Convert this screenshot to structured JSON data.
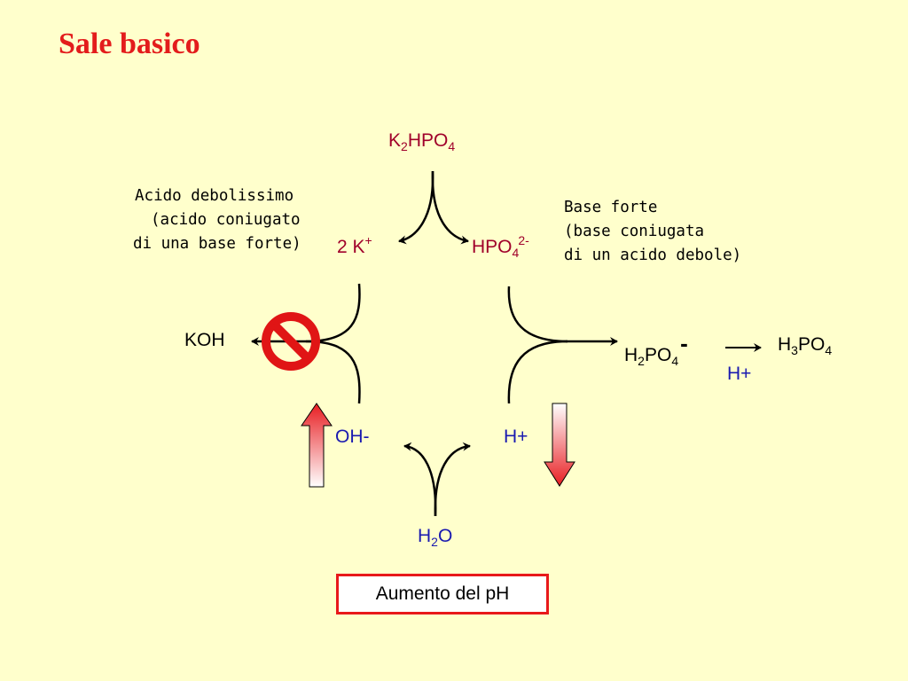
{
  "title": "Sale basico",
  "colors": {
    "background": "#FFFFCC",
    "title": "#E31C1C",
    "dark_red": "#A0002A",
    "blue": "#1A1AB0",
    "black": "#000000",
    "prohibition_red": "#E01515",
    "box_border": "#E8191A"
  },
  "species": {
    "salt": {
      "a": "K",
      "a_sub": "2",
      "b": "HPO",
      "b_sub": "4"
    },
    "cation": {
      "base": "2 K",
      "sup": "+"
    },
    "anion": {
      "base": "HPO",
      "sub": "4",
      "sup": "2-"
    },
    "koh": "KOH",
    "dihydrogen": {
      "a": "H",
      "a_sub": "2",
      "b": "PO",
      "b_sub": "4",
      "sup": "-"
    },
    "phosphoric": {
      "a": "H",
      "a_sub": "3",
      "b": "PO",
      "b_sub": "4"
    },
    "proton_right": "H+",
    "hydroxide": "OH-",
    "proton": "H+",
    "water": {
      "a": "H",
      "a_sub": "2",
      "b": "O"
    }
  },
  "notes": {
    "left": [
      "Acido debolissimo",
      "(acido coniugato",
      "di una base forte)"
    ],
    "right": [
      "Base forte",
      "(base coniugata",
      "di un acido debole)"
    ]
  },
  "icons": {
    "prohibition": "prohibition-icon",
    "up_arrow": "up-arrow-icon",
    "down_arrow": "down-arrow-icon"
  },
  "result_box": "Aumento del pH"
}
